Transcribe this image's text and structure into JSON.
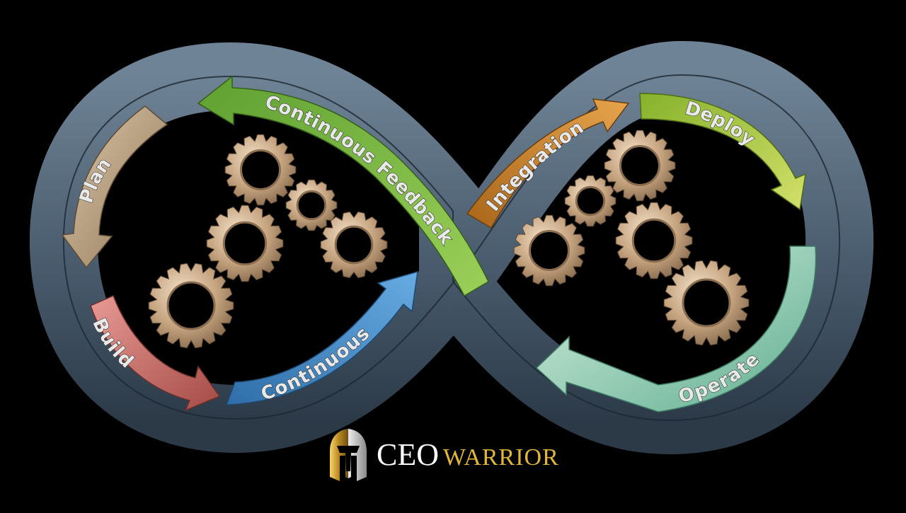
{
  "diagram": {
    "labels": {
      "plan": "Plan",
      "build": "Build",
      "continuous": "Continuous",
      "integration": "Integration",
      "deploy": "Deploy",
      "operate": "Operate",
      "feedback": "Continuous Feedback"
    },
    "colors": {
      "background": "#000000",
      "loop_track": "#5a6f82",
      "plan_arrow": "#b89e78",
      "build_arrow": "#c86a66",
      "continuous_arrow": "#3f85c4",
      "integration_arrow": "#c9852a",
      "deploy_arrow": "#9cc23a",
      "operate_arrow": "#8ed0b4",
      "feedback_arrow": "#6aa83a",
      "gear": "#c4a27e"
    }
  },
  "logo": {
    "brand_first": "CEO",
    "brand_second": "WARRIOR",
    "emblem": "spartan-helmet-icon"
  }
}
